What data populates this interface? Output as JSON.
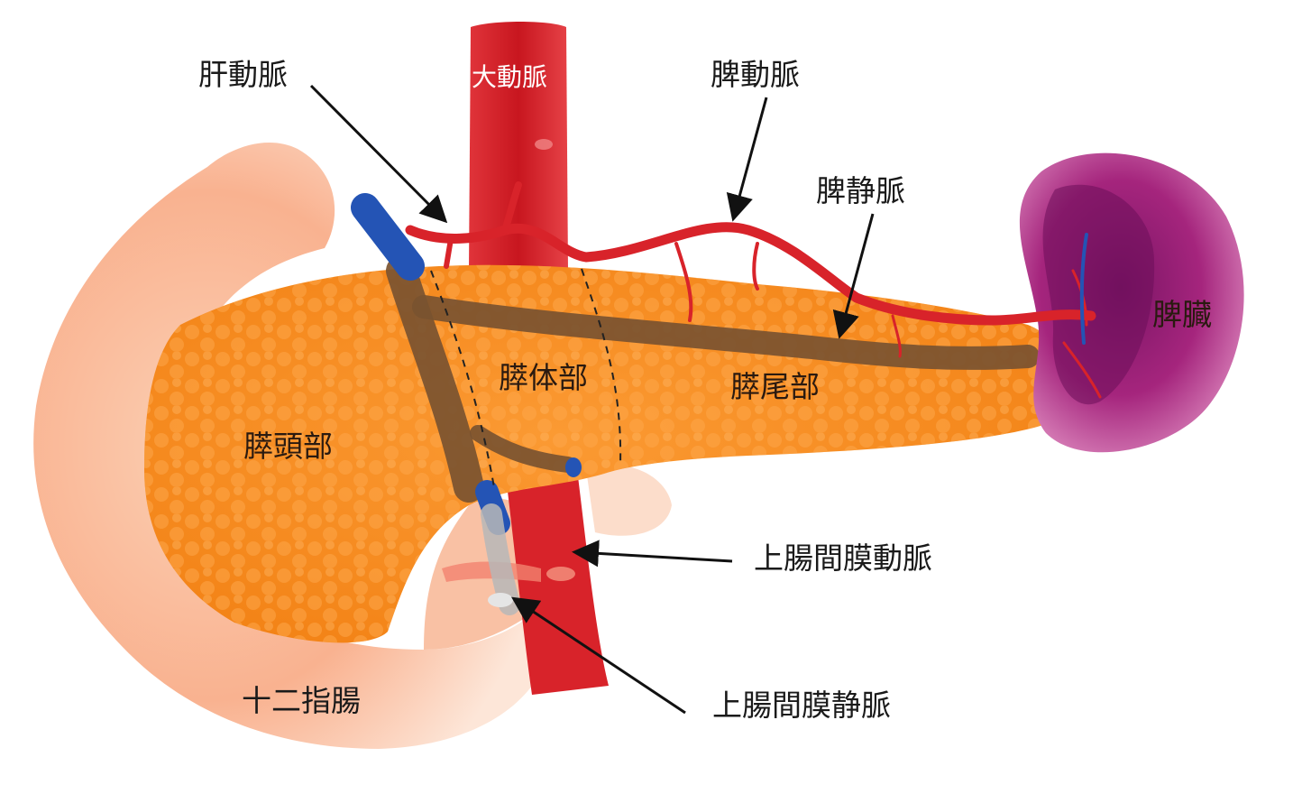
{
  "diagram": {
    "labels": {
      "hepatic_artery": "肝動脈",
      "aorta": "大動脈",
      "splenic_artery": "脾動脈",
      "splenic_vein": "脾静脈",
      "spleen": "脾臓",
      "pancreatic_body": "膵体部",
      "pancreatic_tail": "膵尾部",
      "pancreatic_head": "膵頭部",
      "sma": "上腸間膜動脈",
      "smv": "上腸間膜静脈",
      "duodenum": "十二指腸"
    },
    "colors": {
      "pancreas": "#f7891f",
      "duodenum": "#f9b38e",
      "artery": "#d8232a",
      "vein": "#2454b5",
      "spleen": "#a4237a",
      "duct": "#7a5230"
    }
  }
}
